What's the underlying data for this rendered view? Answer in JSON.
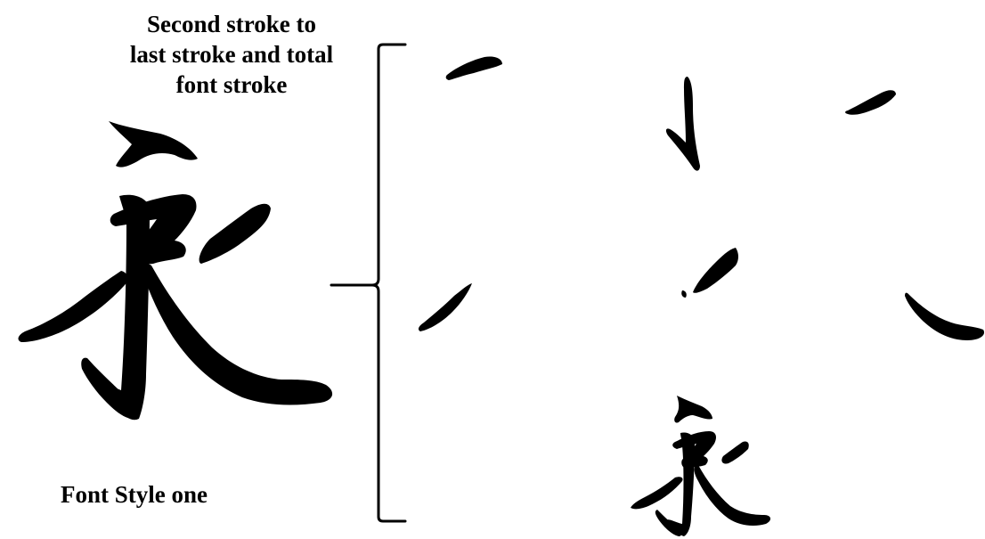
{
  "annotation": {
    "lines": [
      "Second stroke to",
      "last stroke and total",
      "font stroke"
    ]
  },
  "caption": "Font Style one",
  "figure": {
    "ink_color": "#000000",
    "background_color": "#ffffff",
    "character": "永",
    "stroke_panels": [
      "stroke-2",
      "stroke-3",
      "stroke-4",
      "stroke-5",
      "stroke-6",
      "stroke-7",
      "stroke-8",
      "total-font"
    ]
  }
}
